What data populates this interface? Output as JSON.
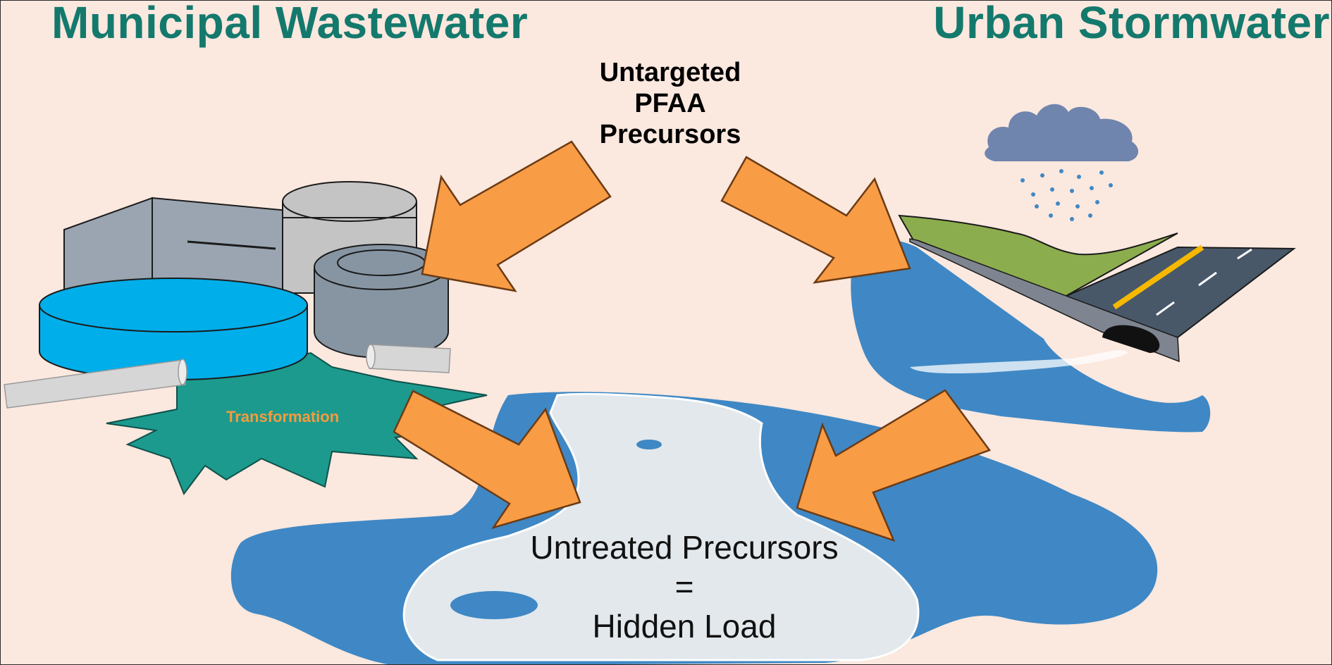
{
  "headings": {
    "left": "Municipal Wastewater",
    "right": "Urban Stormwater"
  },
  "source_label": [
    "Untargeted",
    "PFAA",
    "Precursors"
  ],
  "process_label": "Transformation",
  "receiving_label": {
    "line1": "Untreated Precursors",
    "line2": "=",
    "line3": "Hidden Load"
  },
  "icons": [
    "treatment-plant-icon",
    "rain-cloud-icon",
    "road-icon",
    "outfall-pipe-icon",
    "river-icon",
    "arrow-icon"
  ],
  "colors": {
    "heading": "#14796d",
    "arrow_fill": "#f89c45",
    "arrow_stroke": "#6b3b14",
    "water": "#3f88c5",
    "stream": "#e2e8ec",
    "starburst": "#1c9a8e",
    "tank": "#00aeea",
    "background": "#fbe8df"
  }
}
